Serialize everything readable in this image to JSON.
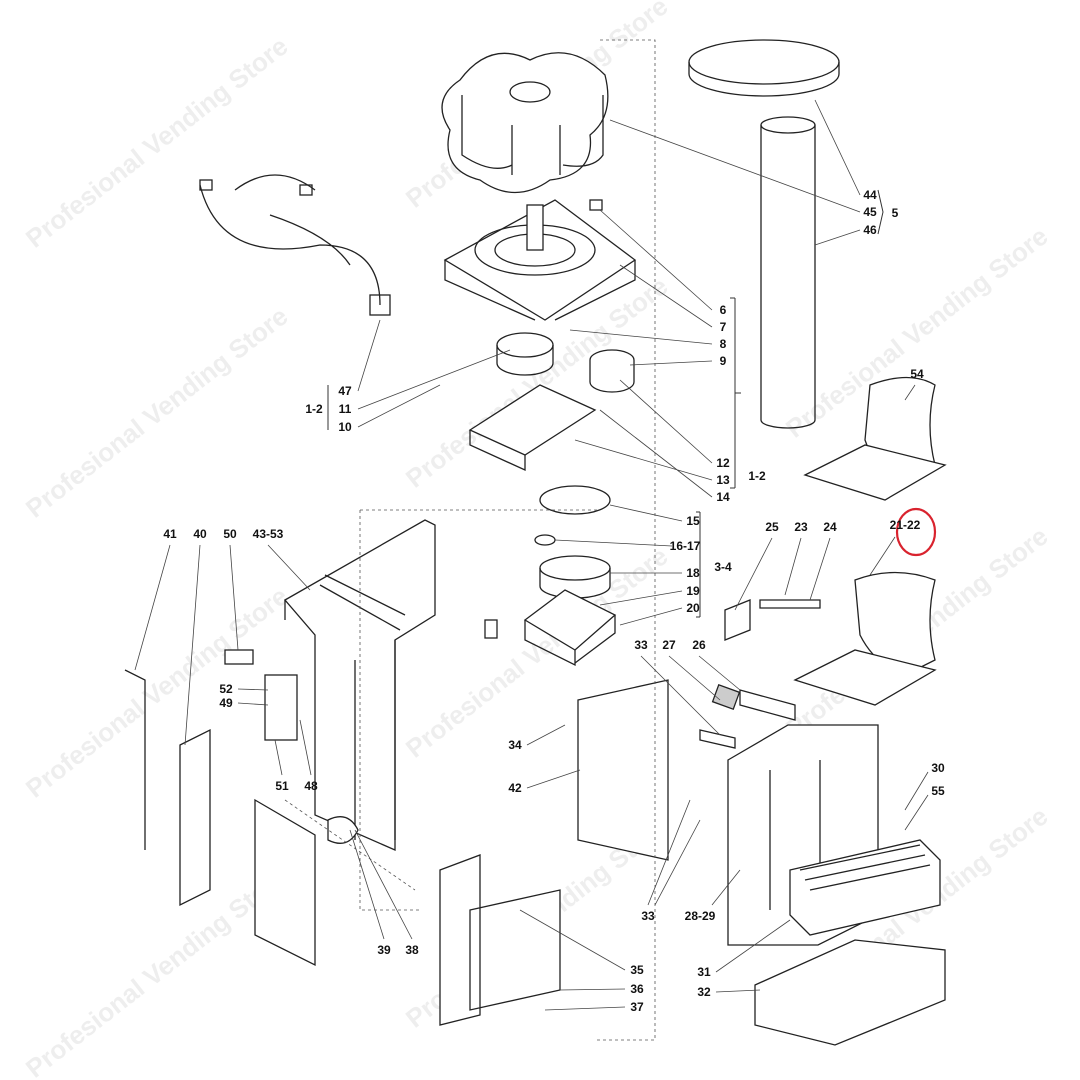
{
  "watermark": "Profesional Vending Store",
  "highlight_color": "#d9232e",
  "highlighted_label": "21-22",
  "labels": {
    "l44": "44",
    "l45": "45",
    "l5": "5",
    "l46": "46",
    "l6": "6",
    "l7": "7",
    "l8": "8",
    "l9": "9",
    "l47": "47",
    "l12a": "1-2",
    "l11": "11",
    "l10": "10",
    "l12": "12",
    "l13": "13",
    "l12b": "1-2",
    "l14": "14",
    "l15": "15",
    "l1617": "16-17",
    "l18": "18",
    "l34g": "3-4",
    "l19": "19",
    "l20": "20",
    "l54": "54",
    "l2122": "21-22",
    "l25": "25",
    "l23": "23",
    "l24": "24",
    "l41": "41",
    "l40": "40",
    "l50": "50",
    "l4353": "43-53",
    "l33a": "33",
    "l27": "27",
    "l26": "26",
    "l52": "52",
    "l49": "49",
    "l34": "34",
    "l42": "42",
    "l51": "51",
    "l48": "48",
    "l30": "30",
    "l55": "55",
    "l33b": "33",
    "l2829": "28-29",
    "l39": "39",
    "l38": "38",
    "l35": "35",
    "l36": "36",
    "l37": "37",
    "l31": "31",
    "l32": "32"
  }
}
